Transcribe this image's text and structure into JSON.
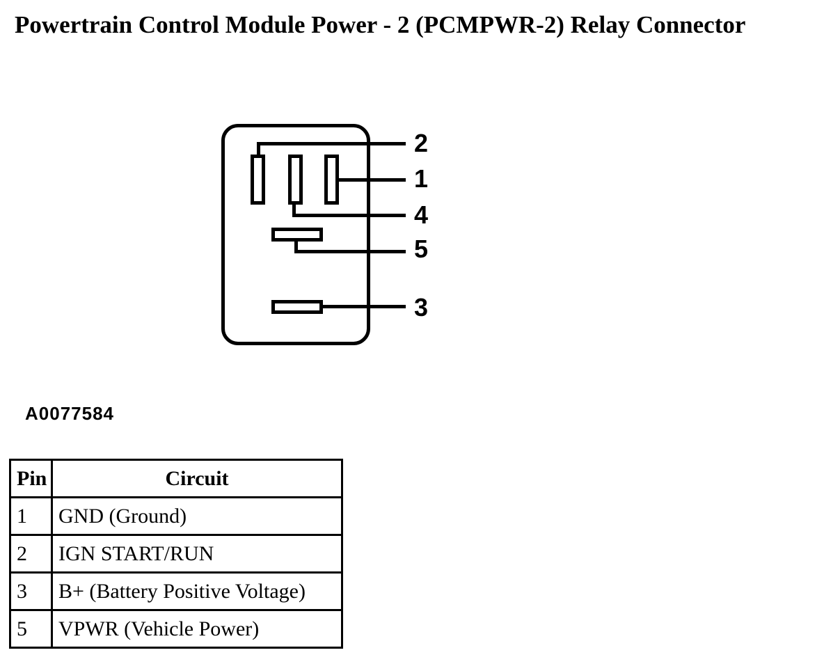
{
  "page": {
    "background_color": "#ffffff",
    "ink_color": "#000000",
    "title": "Powertrain Control Module Power - 2 (PCMPWR-2) Relay Connector",
    "figure_label": "A0077584"
  },
  "connector": {
    "description": "5-cavity relay connector face view with leader lines to cavity numbers",
    "pin_labels": [
      "2",
      "1",
      "4",
      "5",
      "3"
    ]
  },
  "table": {
    "headers": {
      "pin": "Pin",
      "circuit": "Circuit"
    },
    "rows": [
      {
        "pin": "1",
        "circuit": "GND (Ground)"
      },
      {
        "pin": "2",
        "circuit": "IGN START/RUN"
      },
      {
        "pin": "3",
        "circuit": "B+ (Battery Positive Voltage)"
      },
      {
        "pin": "5",
        "circuit": "VPWR (Vehicle Power)"
      }
    ]
  }
}
